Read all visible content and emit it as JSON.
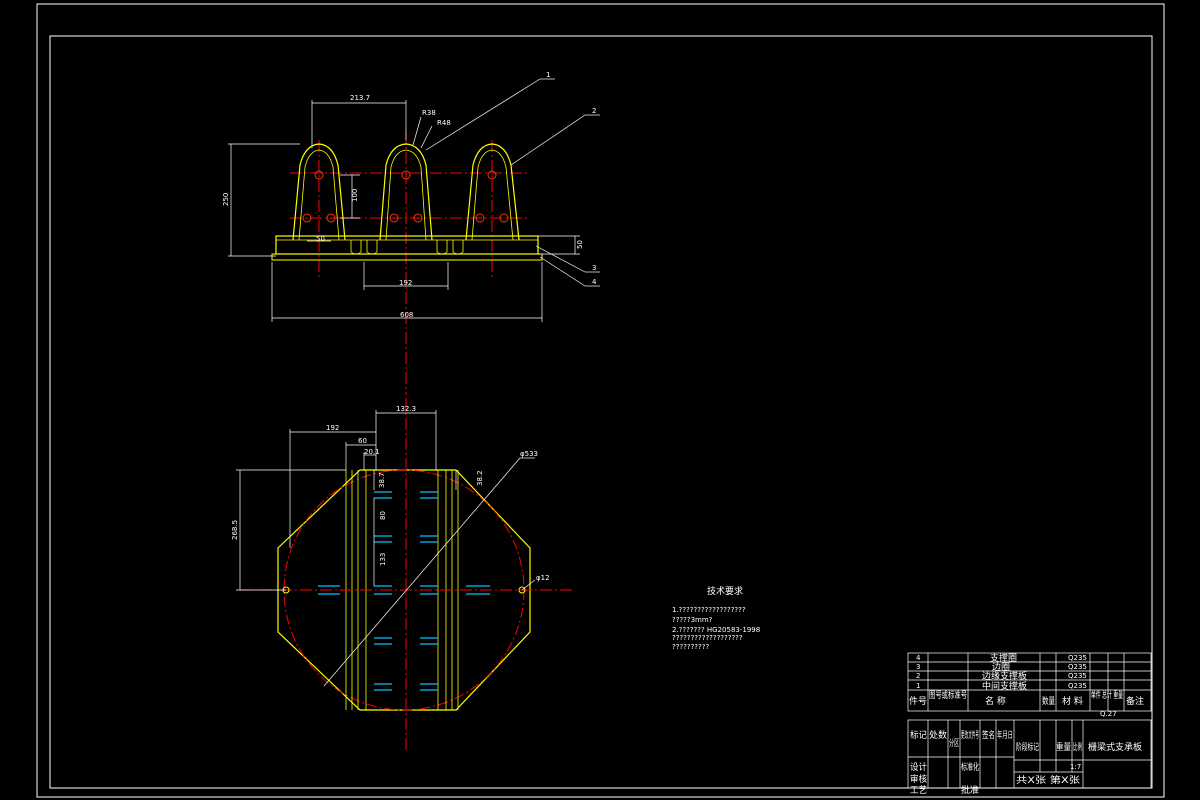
{
  "colors": {
    "background": "#000000",
    "frame": "#ffffff",
    "outline": "#ffff00",
    "center_line": "#ff0000",
    "dimension": "#ffffff",
    "slot_marks": "#00bfff"
  },
  "front_view": {
    "dims": {
      "pitch": "213.7",
      "r_outer": "R38",
      "r_inner": "R48",
      "height": "250",
      "hole_spacing": "100",
      "hole_offset": "50",
      "center_width": "192",
      "base_height": "50",
      "overall_width": "608"
    },
    "part_numbers": [
      "1",
      "2",
      "3",
      "4"
    ]
  },
  "top_view": {
    "dims": {
      "slot_width": "132.3",
      "left_width": "192",
      "inner_a": "60",
      "inner_b": "20.1",
      "edge_offset_left": "38.7",
      "edge_offset_right": "38.2",
      "diameter": "φ533",
      "overall_height": "268.5",
      "spacing_80": "80",
      "spacing_133": "133",
      "hole": "φ12"
    }
  },
  "tech_requirements": {
    "title": "技术要求",
    "lines": [
      "1.??????????????????",
      "  ?????3mm?",
      "2.???????    HG20583-1998",
      "  ???????????????????",
      "  ??????????"
    ]
  },
  "parts_list": {
    "rows": [
      {
        "no": "4",
        "name": "支撑圈",
        "material": "Q235"
      },
      {
        "no": "3",
        "name": "边圈",
        "material": "Q235"
      },
      {
        "no": "2",
        "name": "边缘支撑板",
        "material": "Q235"
      },
      {
        "no": "1",
        "name": "中间支撑板",
        "material": "Q235"
      }
    ],
    "header": {
      "no": "件号",
      "code": "图号或标准号",
      "name": "名  称",
      "qty": "数量",
      "material": "材 料",
      "weight": "单件 总计 重量",
      "note": "备注"
    },
    "q": "Q.27"
  },
  "title_block": {
    "drawing_title": "栅梁式支承板",
    "cells": {
      "mark": "标记",
      "count": "处数",
      "zone": "分区",
      "change_doc": "更改文件号",
      "sign": "签名",
      "date": "年月日",
      "stage_mark": "阶段标记",
      "weight": "重量",
      "scale": "比例",
      "scale_value": "1:7",
      "design": "设计",
      "standardization": "标准化",
      "review": "审核",
      "process": "工艺",
      "approve": "批准",
      "sheets": "共X张  第X张"
    }
  }
}
